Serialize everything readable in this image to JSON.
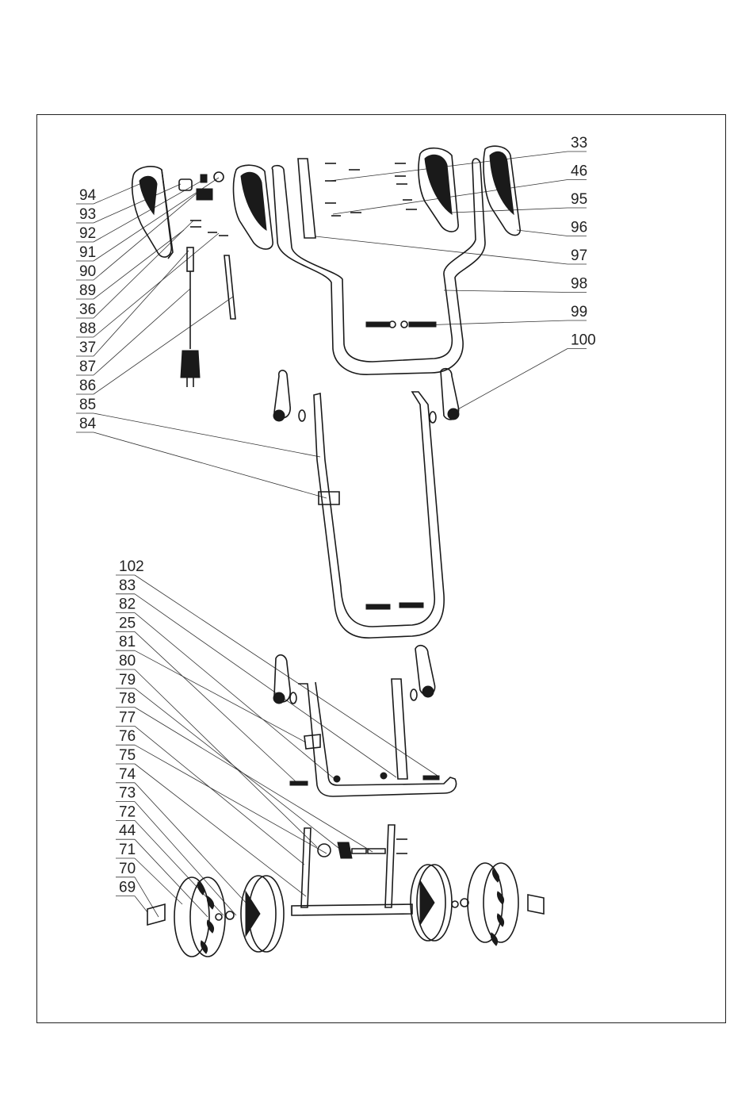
{
  "diagram": {
    "callouts_left_top": [
      "94",
      "93",
      "92",
      "91",
      "90",
      "89",
      "36",
      "88",
      "37",
      "87",
      "86",
      "85",
      "84"
    ],
    "callouts_right_top": [
      "33",
      "46",
      "95",
      "96",
      "97",
      "98",
      "99",
      "100"
    ],
    "callouts_left_bottom": [
      "102",
      "83",
      "82",
      "25",
      "81",
      "80",
      "79",
      "78",
      "77",
      "76",
      "75",
      "74",
      "73",
      "72",
      "44",
      "71",
      "70",
      "69"
    ]
  }
}
